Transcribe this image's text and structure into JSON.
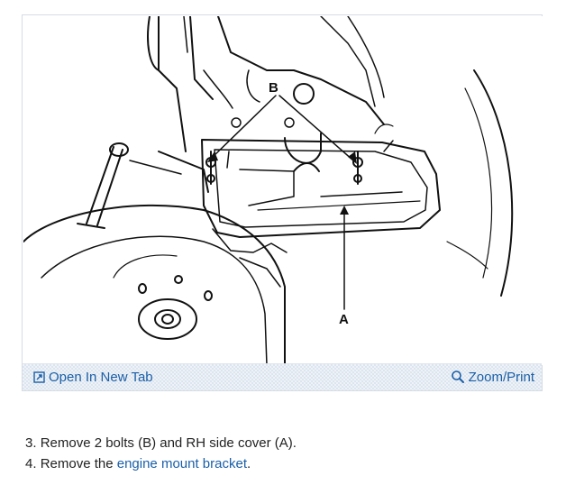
{
  "figure": {
    "labels": {
      "bolts": "B",
      "cover": "A"
    },
    "toolbar": {
      "open_tab_label": "Open In New Tab",
      "open_tab_icon": "new-tab-icon",
      "zoom_print_label": "Zoom/Print",
      "zoom_print_icon": "magnifier-icon"
    }
  },
  "steps": [
    {
      "number": "3.",
      "text": "Remove 2 bolts (B) and RH side cover (A)."
    },
    {
      "number": "4.",
      "text_before": "Remove the",
      "link": "engine mount bracket",
      "text_after": "."
    }
  ],
  "colors": {
    "link": "#1a5fa8",
    "toolbar_bg": "#eef3f8",
    "frame_border": "#d6dce4"
  }
}
